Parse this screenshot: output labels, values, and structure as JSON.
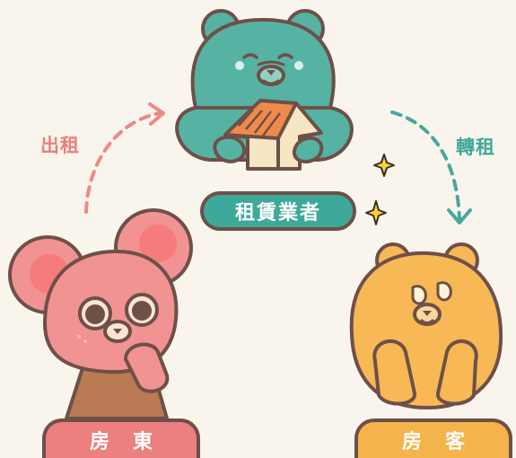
{
  "nodes": {
    "agent": {
      "label": "租賃業者",
      "color": "#3ea89a"
    },
    "landlord": {
      "label": "房東",
      "color": "#ec7f80"
    },
    "tenant": {
      "label": "房客",
      "color": "#f4b44b"
    }
  },
  "edges": {
    "landlord_to_agent": {
      "label": "出租",
      "color": "#e97f7b"
    },
    "agent_to_tenant": {
      "label": "轉租",
      "color": "#3ea89a"
    }
  },
  "palette": {
    "background": "#faf5ec",
    "outline": "#6e5048"
  }
}
